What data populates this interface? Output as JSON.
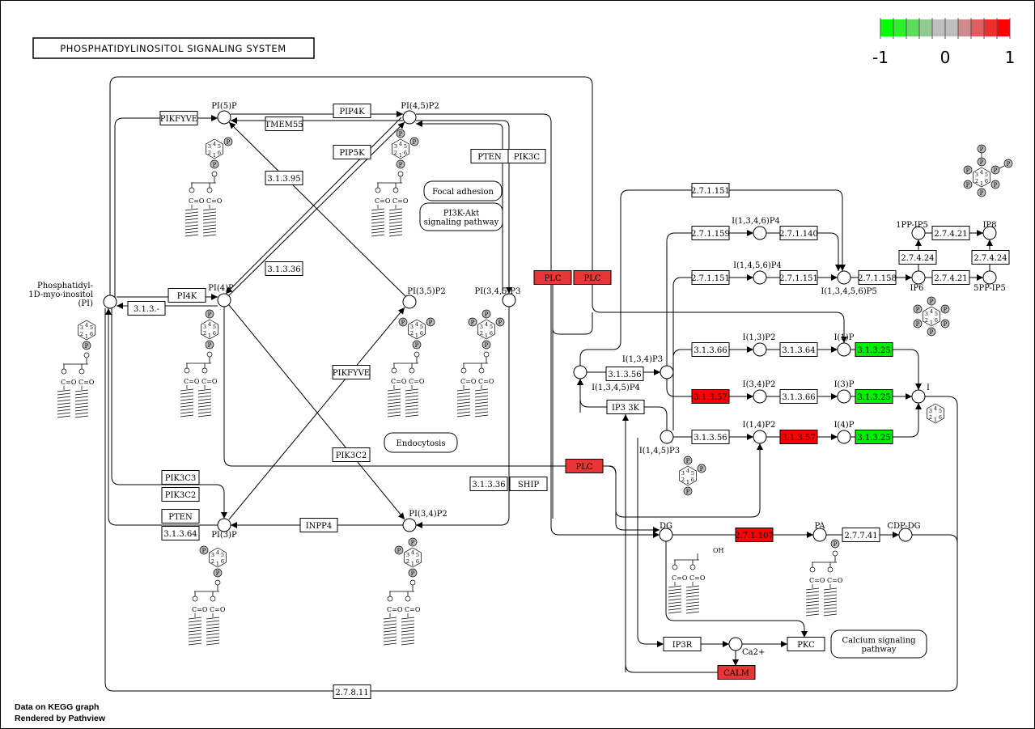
{
  "title": "PHOSPHATIDYLINOSITOL SIGNALING SYSTEM",
  "legend": {
    "colors": [
      "#00FF00",
      "#2EEF2E",
      "#5EDC5E",
      "#8FCB8F",
      "#BEBEBE",
      "#BEBEBE",
      "#CE8C8C",
      "#DE5D5D",
      "#EF2E2E",
      "#FF0000"
    ],
    "tick_labels": [
      "-1",
      "0",
      "1"
    ]
  },
  "colors": {
    "up_strong": "#FF0000",
    "up": "#E83535",
    "down": "#00EE00",
    "neutral": "#FFFFFF"
  },
  "genes": [
    {
      "label": "PIKFYVE",
      "fill": "#FFFFFF"
    },
    {
      "label": "PIP4K",
      "fill": "#FFFFFF"
    },
    {
      "label": "TMEM55",
      "fill": "#FFFFFF"
    },
    {
      "label": "PIP5K",
      "fill": "#FFFFFF"
    },
    {
      "label": "PTEN",
      "fill": "#FFFFFF"
    },
    {
      "label": "PIK3C",
      "fill": "#FFFFFF"
    },
    {
      "label": "3.1.3.95",
      "fill": "#FFFFFF"
    },
    {
      "label": "3.1.3.36",
      "fill": "#FFFFFF"
    },
    {
      "label": "PI4K",
      "fill": "#FFFFFF"
    },
    {
      "label": "3.1.3.-",
      "fill": "#FFFFFF"
    },
    {
      "label": "PLC",
      "fill": "#E83535"
    },
    {
      "label": "PLC",
      "fill": "#E83535"
    },
    {
      "label": "PIKFYVE",
      "fill": "#FFFFFF"
    },
    {
      "label": "PIK3C2",
      "fill": "#FFFFFF"
    },
    {
      "label": "PLC",
      "fill": "#E83535"
    },
    {
      "label": "PIK3C3",
      "fill": "#FFFFFF"
    },
    {
      "label": "PIK3C2",
      "fill": "#FFFFFF"
    },
    {
      "label": "PTEN",
      "fill": "#FFFFFF"
    },
    {
      "label": "3.1.3.64",
      "fill": "#FFFFFF"
    },
    {
      "label": "3.1.3.36",
      "fill": "#FFFFFF"
    },
    {
      "label": "SHIP",
      "fill": "#FFFFFF"
    },
    {
      "label": "INPP4",
      "fill": "#FFFFFF"
    },
    {
      "label": "2.7.1.151",
      "fill": "#FFFFFF"
    },
    {
      "label": "2.7.1.159",
      "fill": "#FFFFFF"
    },
    {
      "label": "2.7.1.140",
      "fill": "#FFFFFF"
    },
    {
      "label": "2.7.1.151",
      "fill": "#FFFFFF"
    },
    {
      "label": "2.7.1.151",
      "fill": "#FFFFFF"
    },
    {
      "label": "2.7.1.158",
      "fill": "#FFFFFF"
    },
    {
      "label": "2.7.4.24",
      "fill": "#FFFFFF"
    },
    {
      "label": "2.7.4.21",
      "fill": "#FFFFFF"
    },
    {
      "label": "2.7.4.24",
      "fill": "#FFFFFF"
    },
    {
      "label": "2.7.4.21",
      "fill": "#FFFFFF"
    },
    {
      "label": "3.1.3.66",
      "fill": "#FFFFFF"
    },
    {
      "label": "3.1.3.64",
      "fill": "#FFFFFF"
    },
    {
      "label": "3.1.3.25",
      "fill": "#00EE00"
    },
    {
      "label": "3.1.3.56",
      "fill": "#FFFFFF"
    },
    {
      "label": "3.1.3.57",
      "fill": "#FF0000"
    },
    {
      "label": "3.1.3.66",
      "fill": "#FFFFFF"
    },
    {
      "label": "3.1.3.25",
      "fill": "#00EE00"
    },
    {
      "label": "IP3 3K",
      "fill": "#FFFFFF"
    },
    {
      "label": "3.1.3.56",
      "fill": "#FFFFFF"
    },
    {
      "label": "3.1.3.57",
      "fill": "#FF0000"
    },
    {
      "label": "3.1.3.25",
      "fill": "#00EE00"
    },
    {
      "label": "2.7.1.107",
      "fill": "#FF0000"
    },
    {
      "label": "2.7.7.41",
      "fill": "#FFFFFF"
    },
    {
      "label": "IP3R",
      "fill": "#FFFFFF"
    },
    {
      "label": "PKC",
      "fill": "#FFFFFF"
    },
    {
      "label": "CALM",
      "fill": "#E83535"
    },
    {
      "label": "2.7.8.11",
      "fill": "#FFFFFF"
    }
  ],
  "compounds": [
    {
      "label": [
        "Phosphatidyl-",
        "1D-myo-inositol",
        "(PI)"
      ]
    },
    {
      "label": [
        "PI(5)P"
      ]
    },
    {
      "label": [
        "PI(4,5)P2"
      ]
    },
    {
      "label": [
        "PI(4)P"
      ]
    },
    {
      "label": [
        "PI(3,5)P2"
      ]
    },
    {
      "label": [
        "PI(3,4,5)P3"
      ]
    },
    {
      "label": [
        "PI(3)P"
      ]
    },
    {
      "label": [
        "PI(3,4)P2"
      ]
    },
    {
      "label": [
        "I(1,3,4,5)P4"
      ]
    },
    {
      "label": [
        "I(1,3,4)P3"
      ]
    },
    {
      "label": [
        "I(1,4,5)P3"
      ]
    },
    {
      "label": [
        "I(1,3,4,6)P4"
      ]
    },
    {
      "label": [
        "I(1,4,5,6)P4"
      ]
    },
    {
      "label": [
        "I(1,3,4,5,6)P5"
      ]
    },
    {
      "label": [
        "IP6"
      ]
    },
    {
      "label": [
        "1PP-IP5"
      ]
    },
    {
      "label": [
        "IP8"
      ]
    },
    {
      "label": [
        "5PP-IP5"
      ]
    },
    {
      "label": [
        "I(1,3)P2"
      ]
    },
    {
      "label": [
        "I(1)P"
      ]
    },
    {
      "label": [
        "I(3,4)P2"
      ]
    },
    {
      "label": [
        "I(3)P"
      ]
    },
    {
      "label": [
        "I"
      ]
    },
    {
      "label": [
        "I(1,4)P2"
      ]
    },
    {
      "label": [
        "I(4)P"
      ]
    },
    {
      "label": [
        "DG"
      ]
    },
    {
      "label": [
        "PA"
      ]
    },
    {
      "label": [
        "CDP-DG"
      ]
    },
    {
      "label": [
        "Ca2+"
      ]
    }
  ],
  "pathways": [
    {
      "label": [
        "Focal adhesion"
      ]
    },
    {
      "label": [
        "PI3K-Akt",
        "signaling pathway"
      ]
    },
    {
      "label": [
        "Endocytosis"
      ]
    },
    {
      "label": [
        "Calcium signaling",
        "pathway"
      ]
    }
  ],
  "structure_labels": {
    "ring": [
      "1",
      "2",
      "3",
      "4",
      "5",
      "6"
    ],
    "phosphate": "P",
    "carbonyl": "C=O",
    "hydroxyl": "OH"
  },
  "footer": {
    "line1": "Data on KEGG graph",
    "line2": "Rendered by Pathview"
  }
}
